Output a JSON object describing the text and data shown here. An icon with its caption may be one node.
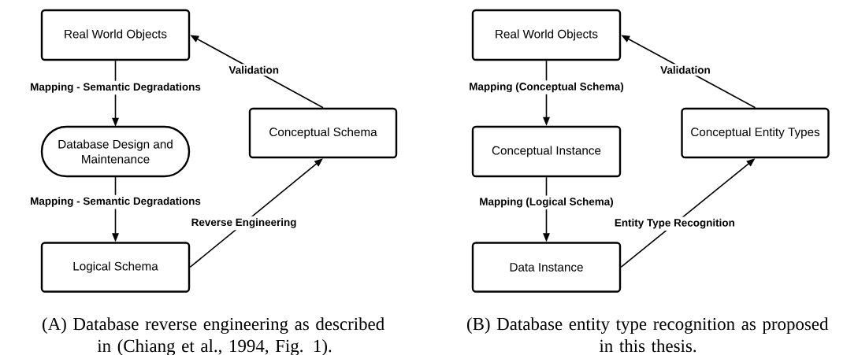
{
  "diagram": {
    "nodes": [
      {
        "text": [
          "Real World Objects"
        ]
      },
      {
        "text": [
          "Database Design and Maintenance"
        ]
      },
      {
        "text": [
          "Logical Schema"
        ]
      },
      {
        "text": [
          "Conceptual Schema"
        ]
      },
      {
        "text": [
          "Real World Objects"
        ]
      },
      {
        "text": [
          "Conceptual Instance"
        ]
      },
      {
        "text": [
          "Data Instance"
        ]
      },
      {
        "text": [
          "Conceptual Entity Types"
        ]
      }
    ],
    "edges": [
      {
        "from": 0,
        "to": 1,
        "arrow": "to",
        "label": "Mapping - Semantic Degradations"
      },
      {
        "from": 1,
        "to": 2,
        "arrow": "to",
        "label": "Mapping - Semantic Degradations"
      },
      {
        "from": 2,
        "to": 3,
        "arrow": "to",
        "label": "Reverse Engineering"
      },
      {
        "from": 3,
        "to": 0,
        "arrow": "to",
        "label": "Validation"
      },
      {
        "from": 4,
        "to": 5,
        "arrow": "to",
        "label": "Mapping (Conceptual Schema)"
      },
      {
        "from": 5,
        "to": 6,
        "arrow": "to",
        "label": "Mapping (Logical Schema)"
      },
      {
        "from": 6,
        "to": 7,
        "arrow": "to",
        "label": "Entity Type Recognition"
      },
      {
        "from": 7,
        "to": 4,
        "arrow": "to",
        "label": "Validation"
      }
    ],
    "labels": [
      "(A) Database reverse engineering as described in (Chiang et al., 1994, Fig. 1).",
      "(B) Database entity type recognition as proposed in this thesis."
    ]
  }
}
